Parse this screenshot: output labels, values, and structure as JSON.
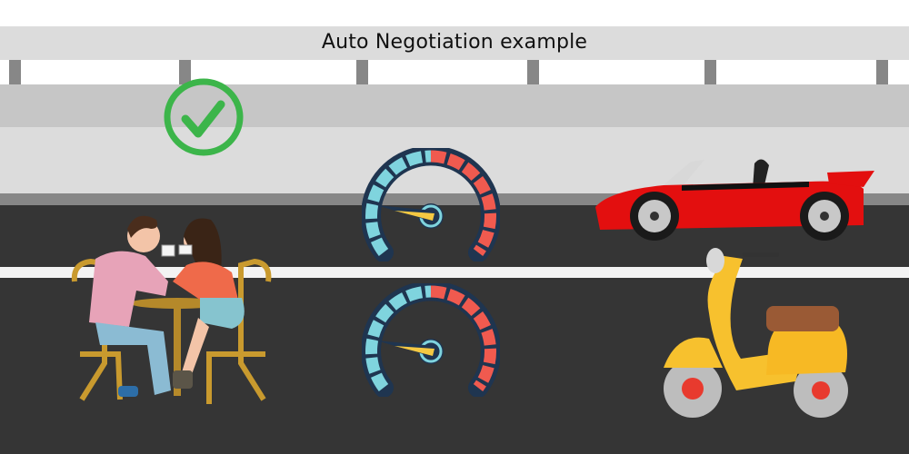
{
  "title": "Auto Negotiation example",
  "scene": {
    "background_colors": {
      "sky": "#ffffff",
      "banner": "#dcdcdc",
      "posts": "#878787",
      "band": "#c6c6c6",
      "wall": "#dcdcdc",
      "curb": "#878787",
      "road": "#353535",
      "lane_line": "#f3f3f3"
    },
    "icons": [
      {
        "name": "check-circle-icon",
        "color": "#3cb54a"
      },
      {
        "name": "speedometer-icon-top",
        "needle": "slow"
      },
      {
        "name": "speedometer-icon-bottom",
        "needle": "slow"
      },
      {
        "name": "couple-at-cafe-table"
      },
      {
        "name": "red-convertible-car",
        "color": "#e00000"
      },
      {
        "name": "yellow-scooter",
        "color": "#f7c12e"
      }
    ],
    "gauge_colors": {
      "cool": "#7fd4de",
      "hot": "#f05a4f",
      "outline": "#1f3550",
      "needle": "#f4c842"
    }
  }
}
